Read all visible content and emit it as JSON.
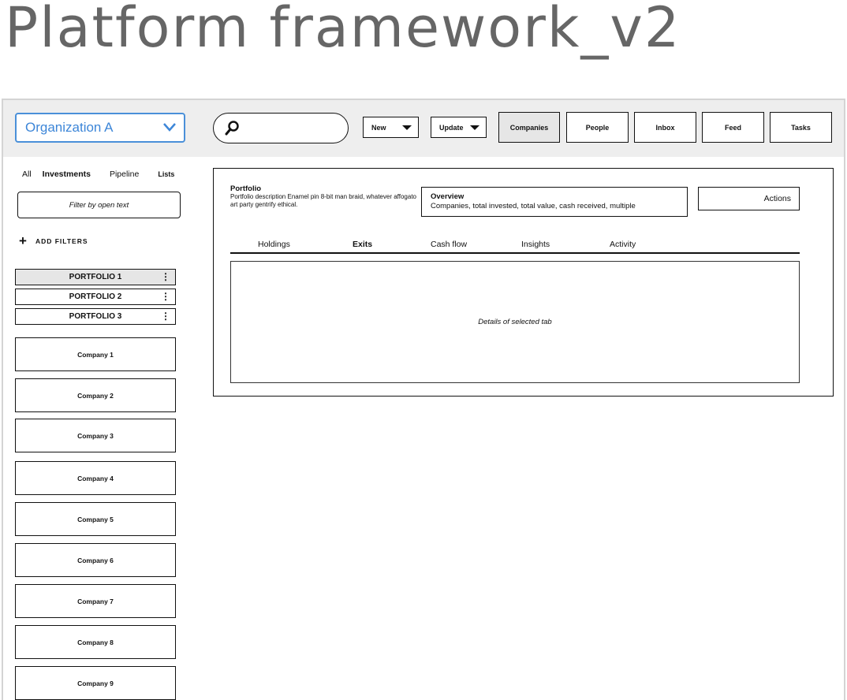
{
  "page_title": "Platform framework_v2",
  "header": {
    "org_select": "Organization A",
    "search": {
      "placeholder": ""
    },
    "new_button": "New",
    "update_button": "Update",
    "nav": [
      "Companies",
      "People",
      "Inbox",
      "Feed",
      "Tasks"
    ],
    "active_nav": "Companies"
  },
  "sidebar": {
    "tabs": [
      "All",
      "Investments",
      "Pipeline",
      "Lists"
    ],
    "filter_placeholder": "Filter by open text",
    "add_filters": "ADD FILTERS",
    "portfolios": [
      "PORTFOLIO 1",
      "PORTFOLIO 2",
      "PORTFOLIO 3"
    ],
    "selected_portfolio": "PORTFOLIO 1",
    "companies": [
      "Company 1",
      "Company 2",
      "Company 3",
      "Company 4",
      "Company 5",
      "Company 6",
      "Company 7",
      "Company 8",
      "Company 9"
    ]
  },
  "main": {
    "portfolio_title": "Portfolio",
    "portfolio_description": "Portfolio description Enamel pin 8-bit man braid, whatever affogato art party gentrify ethical.",
    "overview_title": "Overview",
    "overview_body": "Companies, total invested, total value, cash received, multiple",
    "actions": "Actions",
    "tabs": [
      "Holdings",
      "Exits",
      "Cash flow",
      "Insights",
      "Activity"
    ],
    "active_tab": "Exits",
    "details_placeholder": "Details of selected tab"
  },
  "colors": {
    "accent": "#3d86d8",
    "topbar_bg": "#eeeeee",
    "selected_bg": "#e6e6e6",
    "title_gray": "#666666"
  }
}
